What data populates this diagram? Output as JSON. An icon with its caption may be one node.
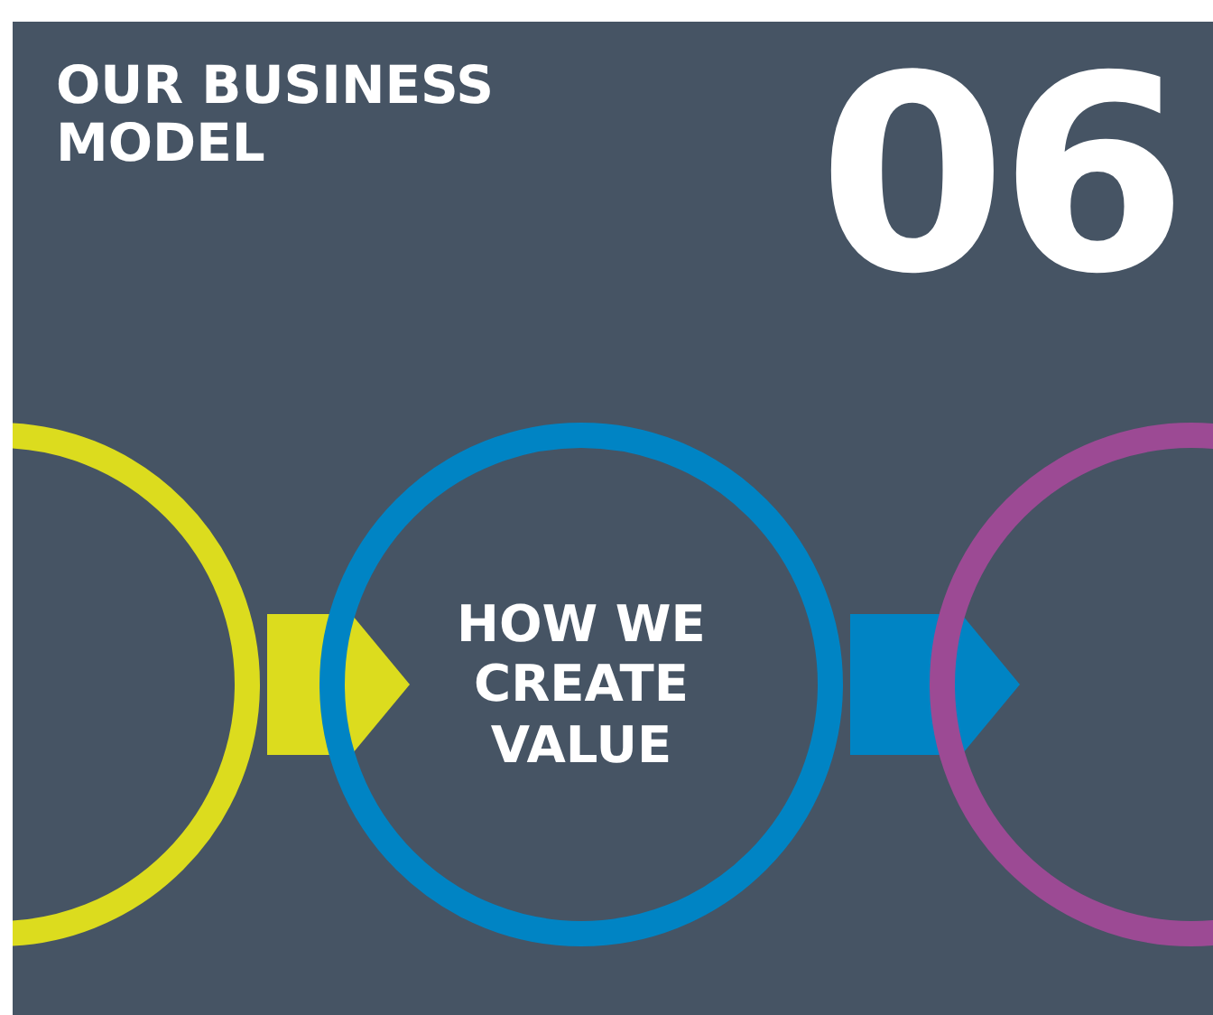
{
  "diagram": {
    "title": "OUR BUSINESS MODEL",
    "nodes": [
      {
        "text": [],
        "shape": "circle"
      },
      {
        "text": [
          "HOW WE CREATE VALUE"
        ]
      },
      {
        "text": [],
        "shape": "circle"
      }
    ],
    "edges": [
      {
        "from": 0,
        "to": 1,
        "arrow": "to",
        "color": "#dcdc1e"
      },
      {
        "from": 1,
        "to": 2,
        "arrow": "to",
        "color": "#0084c4"
      }
    ],
    "labels": [
      "06"
    ]
  }
}
